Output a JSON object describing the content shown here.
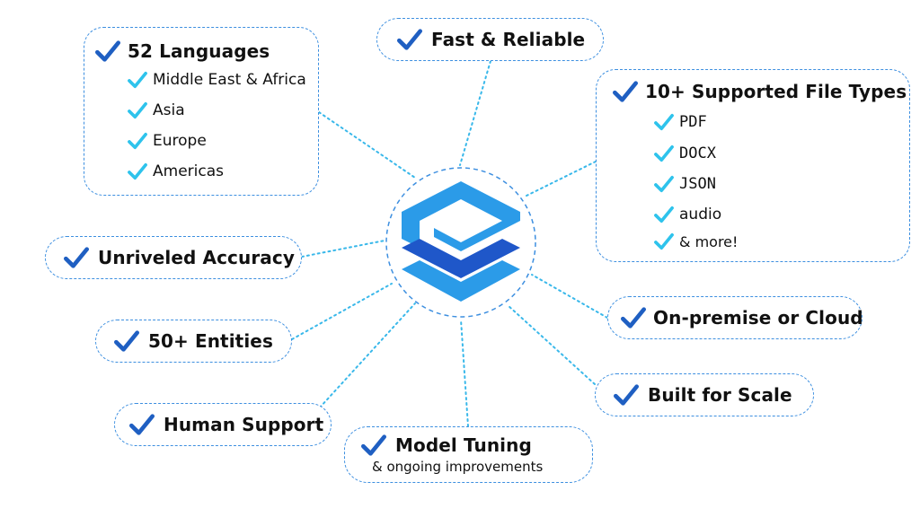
{
  "colors": {
    "accent_dark": "#1f5fc2",
    "accent_light": "#2ec3ec",
    "border": "#3d8fe0",
    "connector": "#39b8ea",
    "logo_dark": "#1f57c9",
    "logo_light": "#2b9be8"
  },
  "icons": {
    "check": "check-icon",
    "logo": "hub-logo-icon"
  },
  "features": {
    "languages": {
      "title": "52 Languages",
      "items": [
        "Middle East & Africa",
        "Asia",
        "Europe",
        "Americas"
      ]
    },
    "fast": {
      "title": "Fast & Reliable"
    },
    "file_types": {
      "title": "10+ Supported File Types",
      "items": [
        "PDF",
        "DOCX",
        "JSON",
        "audio",
        "& more!"
      ]
    },
    "accuracy": {
      "title": "Unriveled Accuracy"
    },
    "deployment": {
      "title": "On-premise or Cloud"
    },
    "entities": {
      "title": "50+ Entities"
    },
    "scale": {
      "title": "Built for Scale"
    },
    "support": {
      "title": "Human Support"
    },
    "tuning": {
      "title": "Model Tuning",
      "subtitle": "& ongoing improvements"
    }
  }
}
